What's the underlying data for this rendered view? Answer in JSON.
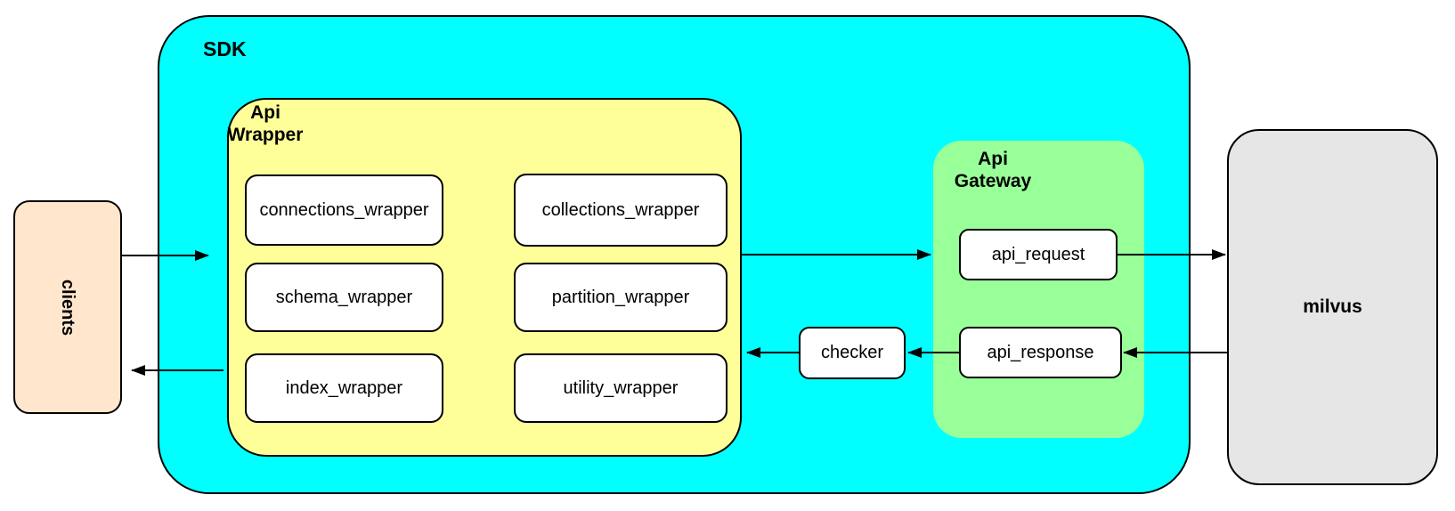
{
  "diagram": {
    "clients": {
      "label": "clients"
    },
    "sdk": {
      "label": "SDK",
      "api_wrapper": {
        "label_lines": [
          "Api",
          "Wrapper"
        ],
        "items": [
          "connections_wrapper",
          "collections_wrapper",
          "schema_wrapper",
          "partition_wrapper",
          "index_wrapper",
          "utility_wrapper"
        ]
      },
      "checker": {
        "label": "checker"
      },
      "api_gateway": {
        "label_lines": [
          "Api",
          "Gateway"
        ],
        "items": [
          "api_request",
          "api_response"
        ]
      }
    },
    "milvus": {
      "label": "milvus"
    },
    "flows": [
      "clients to api_wrapper",
      "api_wrapper to api_request",
      "api_request to milvus",
      "milvus to api_response",
      "api_response to checker",
      "checker to api_wrapper",
      "api_wrapper to clients"
    ]
  },
  "colors": {
    "canvas_bg": "#FFFFFF",
    "sdk_fill": "#00FFFF",
    "api_wrapper_fill": "#FFFF99",
    "api_gateway_fill": "#99FF99",
    "clients_fill": "#FFE6CC",
    "milvus_fill": "#E6E6E6",
    "node_fill": "#FFFFFF",
    "line": "#000000"
  }
}
